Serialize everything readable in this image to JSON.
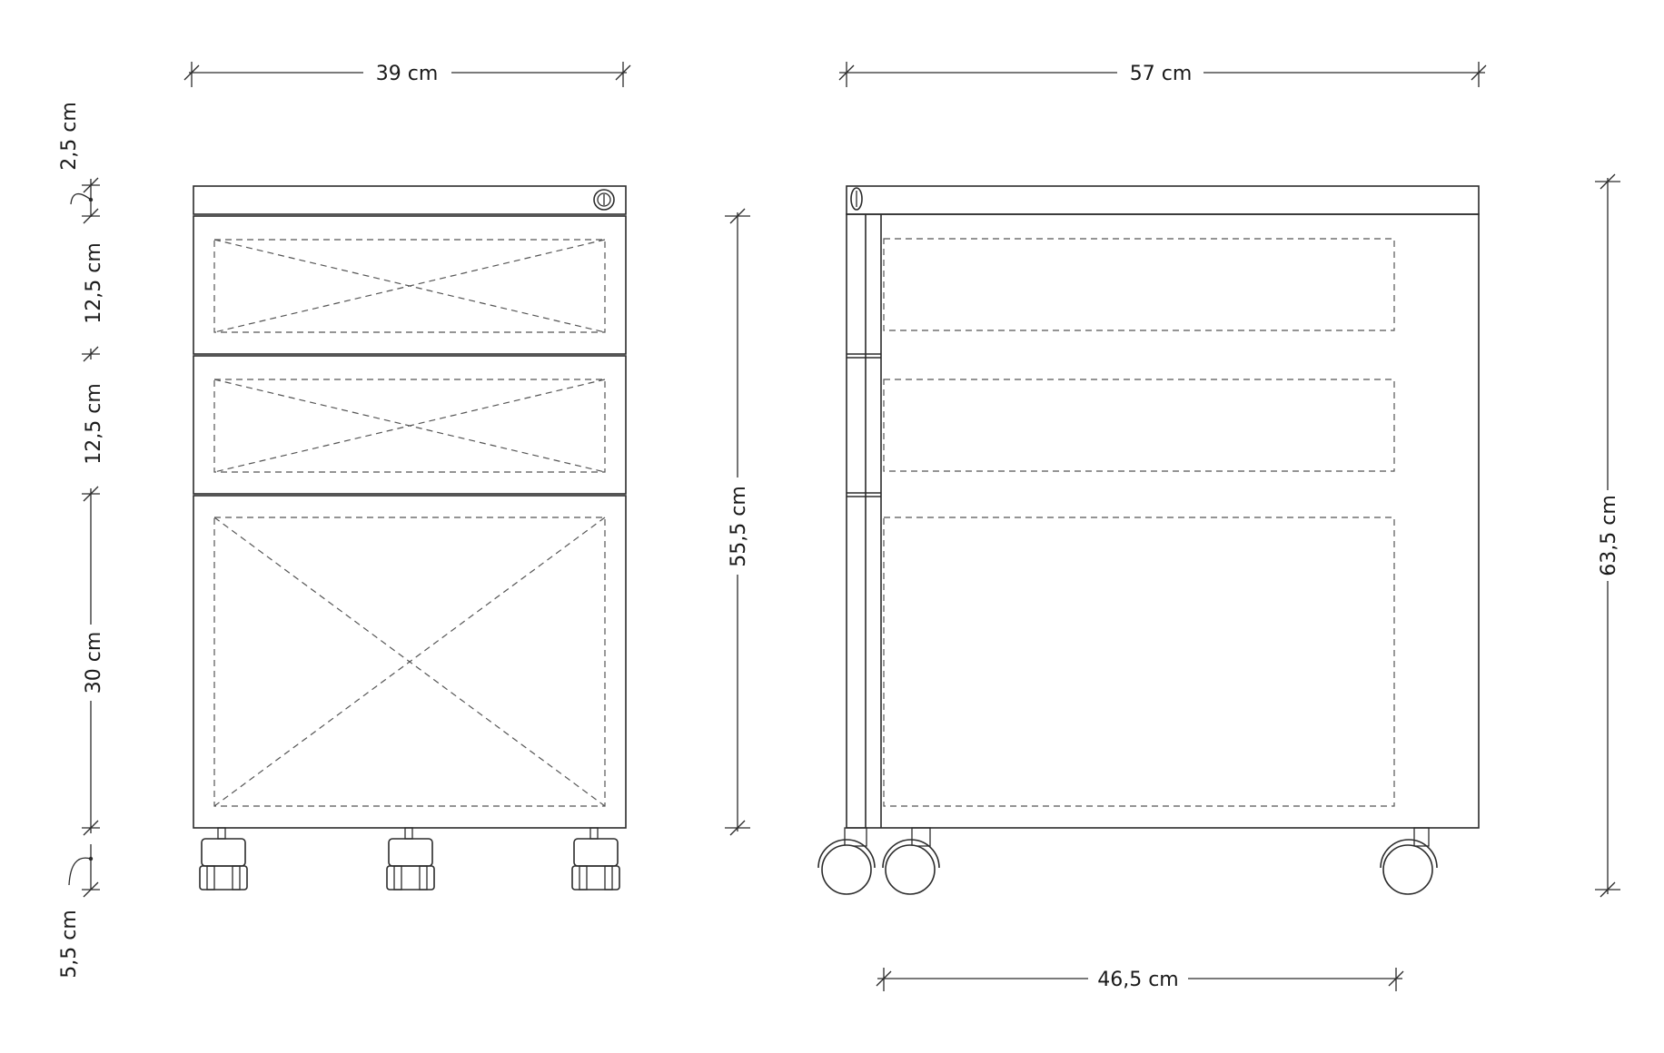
{
  "front_view": {
    "width_label": "39 cm",
    "top_label": "2,5 cm",
    "drawer1_label": "12,5 cm",
    "drawer2_label": "12,5 cm",
    "drawer3_label": "30 cm",
    "casters_label": "5,5 cm",
    "body_height_label": "55,5 cm"
  },
  "side_view": {
    "depth_label": "57 cm",
    "total_height_label": "63,5 cm",
    "wheelbase_label": "46,5 cm"
  }
}
